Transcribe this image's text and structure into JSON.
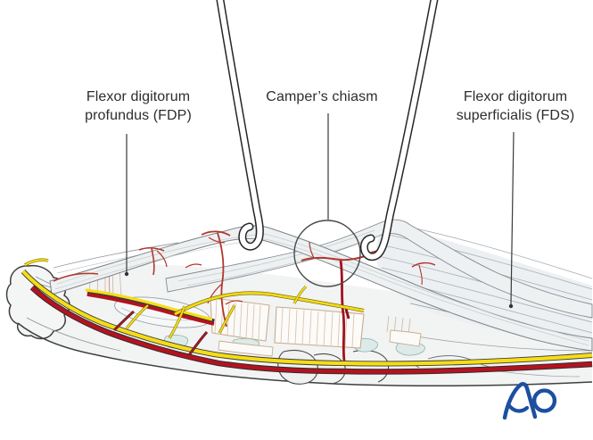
{
  "figure": {
    "kind": "anatomical-illustration",
    "labels": {
      "fdp": {
        "line1": "Flexor digitorum",
        "line2": "profundus (FDP)"
      },
      "chiasm": {
        "text": "Camper’s chiasm"
      },
      "fds": {
        "line1": "Flexor digitorum",
        "line2": "superficialis (FDS)"
      }
    },
    "logo": {
      "text": "AO",
      "color": "#1d4fa0"
    },
    "colors": {
      "background": "#ffffff",
      "artery_red": "#b5121f",
      "nerve_yellow": "#f5dd16",
      "vessel_red": "#b3362c",
      "tendon_gray": "#eef1f2",
      "bone_gray": "#f2f3f3",
      "cartilage_blue": "#dcebe9",
      "pulley_tan": "#c6ab8d",
      "outline_dark": "#3c3c3c",
      "label_text": "#2d2d2d"
    }
  }
}
